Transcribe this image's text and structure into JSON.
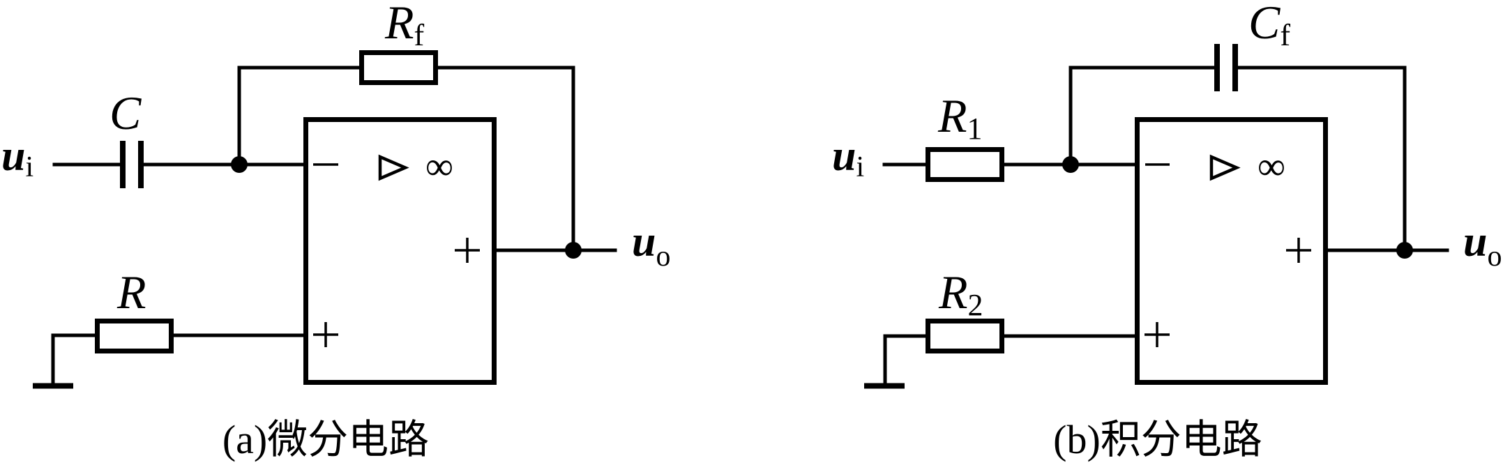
{
  "figure": {
    "circuits": [
      {
        "id": "a",
        "name": "differentiator",
        "caption": "(a)微分电路",
        "input_label": {
          "main": "u",
          "sub": "i"
        },
        "output_label": {
          "main": "u",
          "sub": "o"
        },
        "input_component": {
          "type": "capacitor",
          "main": "C",
          "sub": ""
        },
        "feedback_component": {
          "type": "resistor",
          "main": "R",
          "sub": "f"
        },
        "ground_component": {
          "type": "resistor",
          "main": "R",
          "sub": ""
        },
        "opamp": {
          "gain_symbol": "∞",
          "inverting_sign": "−",
          "noninverting_sign": "+",
          "output_sign": "+"
        }
      },
      {
        "id": "b",
        "name": "integrator",
        "caption": "(b)积分电路",
        "input_label": {
          "main": "u",
          "sub": "i"
        },
        "output_label": {
          "main": "u",
          "sub": "o"
        },
        "input_component": {
          "type": "resistor",
          "main": "R",
          "sub": "1"
        },
        "feedback_component": {
          "type": "capacitor",
          "main": "C",
          "sub": "f"
        },
        "ground_component": {
          "type": "resistor",
          "main": "R",
          "sub": "2"
        },
        "opamp": {
          "gain_symbol": "∞",
          "inverting_sign": "−",
          "noninverting_sign": "+",
          "output_sign": "+"
        }
      }
    ]
  }
}
